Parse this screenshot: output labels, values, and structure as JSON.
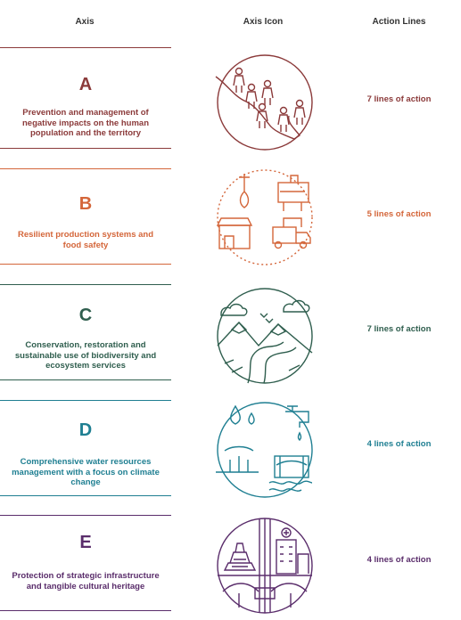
{
  "header": {
    "axis": "Axis",
    "axis_icon": "Axis Icon",
    "action_lines": "Action Lines"
  },
  "rows": [
    {
      "letter": "A",
      "description": "Prevention and management of negative impacts on the human population and the territory",
      "action_lines": "7 lines of action",
      "color": "#8b3a3a",
      "icon": "people-map-icon"
    },
    {
      "letter": "B",
      "description": "Resilient production systems and food safety",
      "action_lines": "5 lines of action",
      "color": "#d4663a",
      "icon": "food-production-icon"
    },
    {
      "letter": "C",
      "description": "Conservation, restoration and sustainable use of biodiversity and ecosystem services",
      "action_lines": "7 lines of action",
      "color": "#2f5e4e",
      "icon": "mountains-landscape-icon"
    },
    {
      "letter": "D",
      "description": "Comprehensive water resources management with a focus on climate change",
      "action_lines": "4 lines of action",
      "color": "#1f7f92",
      "icon": "water-management-icon"
    },
    {
      "letter": "E",
      "description": "Protection of strategic infrastructure and tangible cultural heritage",
      "action_lines": "4 lines of action",
      "color": "#5a2d6b",
      "icon": "heritage-infrastructure-icon"
    }
  ]
}
